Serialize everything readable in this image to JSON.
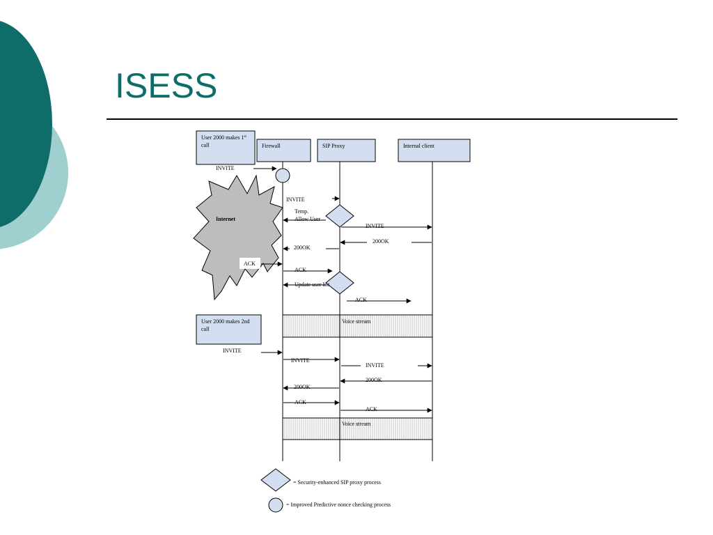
{
  "slide": {
    "title": "ISESS"
  },
  "colors": {
    "dark_teal": "#0e6d69",
    "light_teal": "#9fcfcf",
    "box_fill": "#d3dff0",
    "cloud_fill": "#bdbdbd"
  },
  "diagram": {
    "participants": {
      "user_first_call_line1": "User 2000 makes 1",
      "user_first_call_sup": "st",
      "user_first_call_line2": "call",
      "firewall": "Firewall",
      "sip_proxy": "SIP Proxy",
      "internal_client": "Internal client",
      "user_second_call_line1": "User 2000 makes 2nd",
      "user_second_call_line2": "call"
    },
    "cloud_label": "Internet",
    "first_call_messages": {
      "invite_user": "INVITE",
      "invite_firewall": "INVITE",
      "temp_allow_line1": "Temp.",
      "temp_allow_line2": "Allow User",
      "invite_proxy": "INVITE",
      "ok_client": "200OK",
      "ok_firewall": "200OK",
      "ack_user": "ACK",
      "ack_firewall": "ACK",
      "update_user_list": "Update user list",
      "ack_proxy": "ACK",
      "voice_stream": "Voice stream"
    },
    "second_call_messages": {
      "invite_user": "INVITE",
      "invite_firewall": "INVITE",
      "invite_proxy": "INVITE",
      "ok_client": "200OK",
      "ok_proxy": "200OK",
      "ack_firewall": "ACK",
      "ack_proxy": "ACK",
      "voice_stream": "Voice stream"
    },
    "legend": {
      "diamond": "= Security-enhanced SIP proxy process",
      "circle": "= Improved Predictive nonce checking process"
    }
  }
}
